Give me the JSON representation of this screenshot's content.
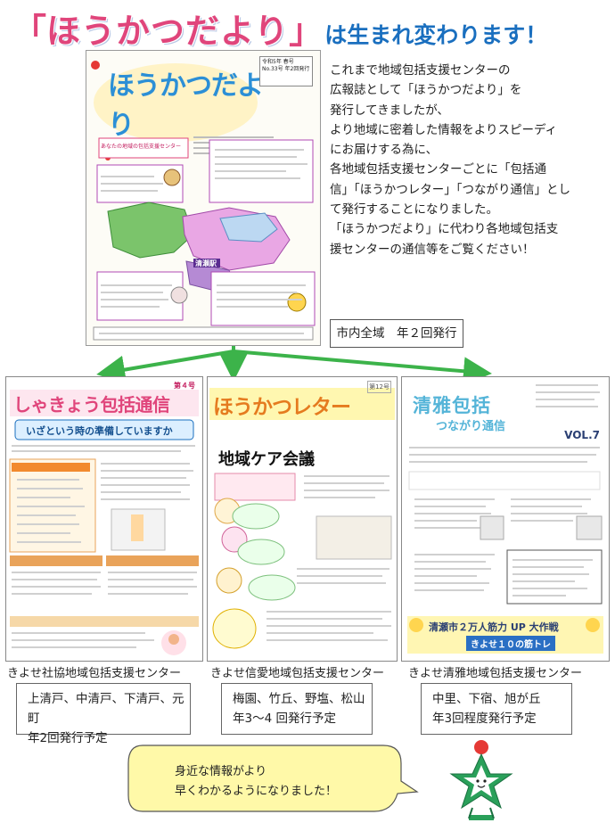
{
  "headline": {
    "open_bracket": "「",
    "title": "ほうかつだより",
    "close_bracket": "」",
    "rest": "は生まれ変わります！"
  },
  "main_newsletter": {
    "logo_text": "ほうかつだより",
    "issue_lines": [
      "令和5年 春号",
      "No.33号 年2回発行"
    ],
    "map_label": "清瀬駅",
    "panel_title": "あなたの地域の包括支援センター"
  },
  "intro": {
    "paragraphs": [
      "これまで地域包括支援センターの",
      "広報誌として「ほうかつだより」を",
      "発行してきましたが、",
      "より地域に密着した情報をよりスピーディ",
      "にお届けする為に、",
      "各地域包括支援センターごとに「包括通",
      "信」「ほうかつレター」「つながり通信」とし",
      "て発行することになりました。",
      "「ほうかつだより」に代わり各地域包括支",
      "援センターの通信等をご覧ください！"
    ]
  },
  "area_box": "市内全域　年２回発行",
  "newsletters": [
    {
      "title": "しゃきょう包括通信",
      "issue": "第４号",
      "banner": "いざという時の準備していますか",
      "caption": "きよせ社協地域包括支援センター",
      "areas": "上清戸、中清戸、下清戸、元町",
      "frequency": "年2回発行予定"
    },
    {
      "title": "ほうかつレター",
      "issue": "第12号",
      "banner": "地域ケア会議",
      "caption": "きよせ信愛地域包括支援センター",
      "areas": "梅園、竹丘、野塩、松山",
      "frequency": "年3～4 回発行予定"
    },
    {
      "title": "清雅包括",
      "subtitle": "つながり通信",
      "issue": "VOL.7",
      "banner": "清瀬市２万人筋力 UP 大作戦",
      "banner_sub": "きよせ１０の筋トレ",
      "caption": "きよせ清雅地域包括支援センター",
      "areas": "中里、下宿、旭が丘",
      "frequency": "年3回程度発行予定"
    }
  ],
  "bubble": {
    "line1": "身近な情報がより",
    "line2": "早くわかるようになりました！"
  },
  "colors": {
    "pink": "#e0457b",
    "blue": "#1a6fbf",
    "arrow_green": "#3cb34a",
    "bubble_fill": "#fff9a8",
    "mascot_green": "#2aa05a",
    "mascot_red": "#e53935"
  }
}
